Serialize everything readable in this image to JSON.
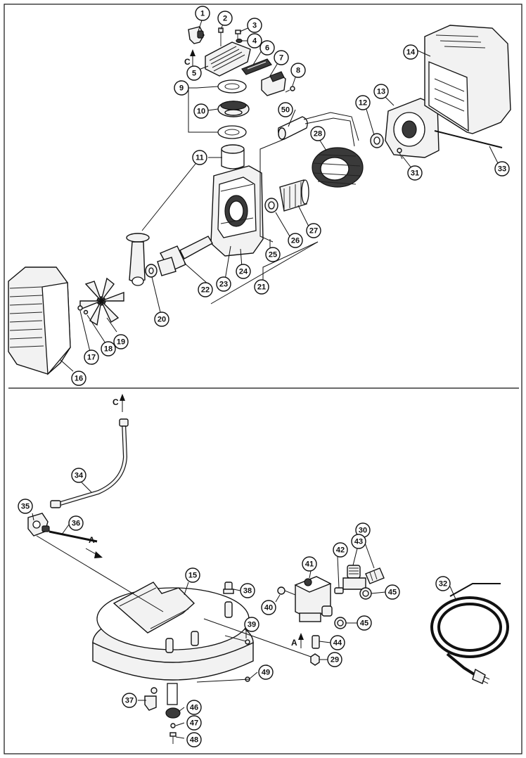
{
  "diagram": {
    "callouts": [
      {
        "id": "c1",
        "label": "1"
      },
      {
        "id": "c2",
        "label": "2"
      },
      {
        "id": "c3",
        "label": "3"
      },
      {
        "id": "c4",
        "label": "4"
      },
      {
        "id": "c5",
        "label": "5"
      },
      {
        "id": "c6",
        "label": "6"
      },
      {
        "id": "c7",
        "label": "7"
      },
      {
        "id": "c8",
        "label": "8"
      },
      {
        "id": "c9",
        "label": "9"
      },
      {
        "id": "c10",
        "label": "10"
      },
      {
        "id": "c11",
        "label": "11"
      },
      {
        "id": "c12",
        "label": "12"
      },
      {
        "id": "c13",
        "label": "13"
      },
      {
        "id": "c14",
        "label": "14"
      },
      {
        "id": "c15",
        "label": "15"
      },
      {
        "id": "c16",
        "label": "16"
      },
      {
        "id": "c17",
        "label": "17"
      },
      {
        "id": "c18",
        "label": "18"
      },
      {
        "id": "c19",
        "label": "19"
      },
      {
        "id": "c20",
        "label": "20"
      },
      {
        "id": "c21",
        "label": "21"
      },
      {
        "id": "c22",
        "label": "22"
      },
      {
        "id": "c23",
        "label": "23"
      },
      {
        "id": "c24",
        "label": "24"
      },
      {
        "id": "c25",
        "label": "25"
      },
      {
        "id": "c26",
        "label": "26"
      },
      {
        "id": "c27",
        "label": "27"
      },
      {
        "id": "c28",
        "label": "28"
      },
      {
        "id": "c29",
        "label": "29"
      },
      {
        "id": "c30",
        "label": "30"
      },
      {
        "id": "c31",
        "label": "31"
      },
      {
        "id": "c32",
        "label": "32"
      },
      {
        "id": "c33",
        "label": "33"
      },
      {
        "id": "c34",
        "label": "34"
      },
      {
        "id": "c35",
        "label": "35"
      },
      {
        "id": "c36",
        "label": "36"
      },
      {
        "id": "c37",
        "label": "37"
      },
      {
        "id": "c38",
        "label": "38"
      },
      {
        "id": "c39",
        "label": "39"
      },
      {
        "id": "c40",
        "label": "40"
      },
      {
        "id": "c41",
        "label": "41"
      },
      {
        "id": "c42",
        "label": "42"
      },
      {
        "id": "c43",
        "label": "43"
      },
      {
        "id": "c44",
        "label": "44"
      },
      {
        "id": "c45a",
        "label": "45"
      },
      {
        "id": "c45b",
        "label": "45"
      },
      {
        "id": "c46",
        "label": "46"
      },
      {
        "id": "c47",
        "label": "47"
      },
      {
        "id": "c48",
        "label": "48"
      },
      {
        "id": "c49",
        "label": "49"
      },
      {
        "id": "c50",
        "label": "50"
      }
    ],
    "connection_markers": {
      "c_upper": "C",
      "c_lower": "C",
      "a_left": "A",
      "a_switch": "A"
    }
  }
}
